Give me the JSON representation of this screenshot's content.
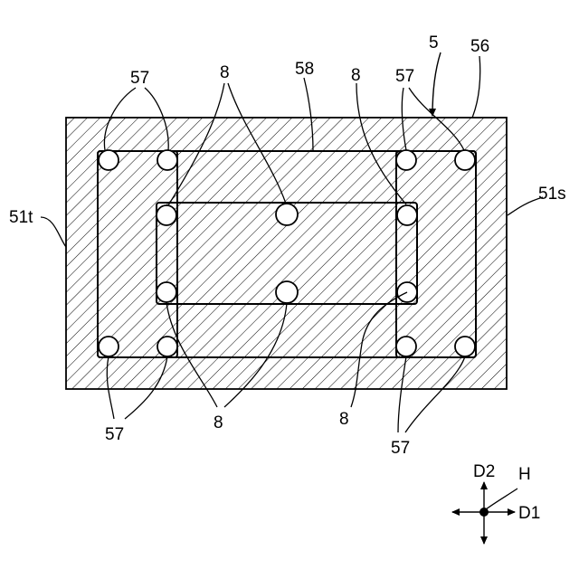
{
  "figure": {
    "labels": {
      "ref_5": "5",
      "ref_56": "56",
      "ref_58": "58",
      "ref_57_top_left": "57",
      "ref_8_top_left": "8",
      "ref_8_top_right": "8",
      "ref_57_top_right": "57",
      "ref_51t": "51t",
      "ref_51s": "51s",
      "ref_57_bottom_left": "57",
      "ref_8_bottom_left": "8",
      "ref_8_bottom_right": "8",
      "ref_57_bottom_right": "57"
    },
    "axes": {
      "d2": "D2",
      "d1": "D1",
      "h": "H"
    }
  }
}
